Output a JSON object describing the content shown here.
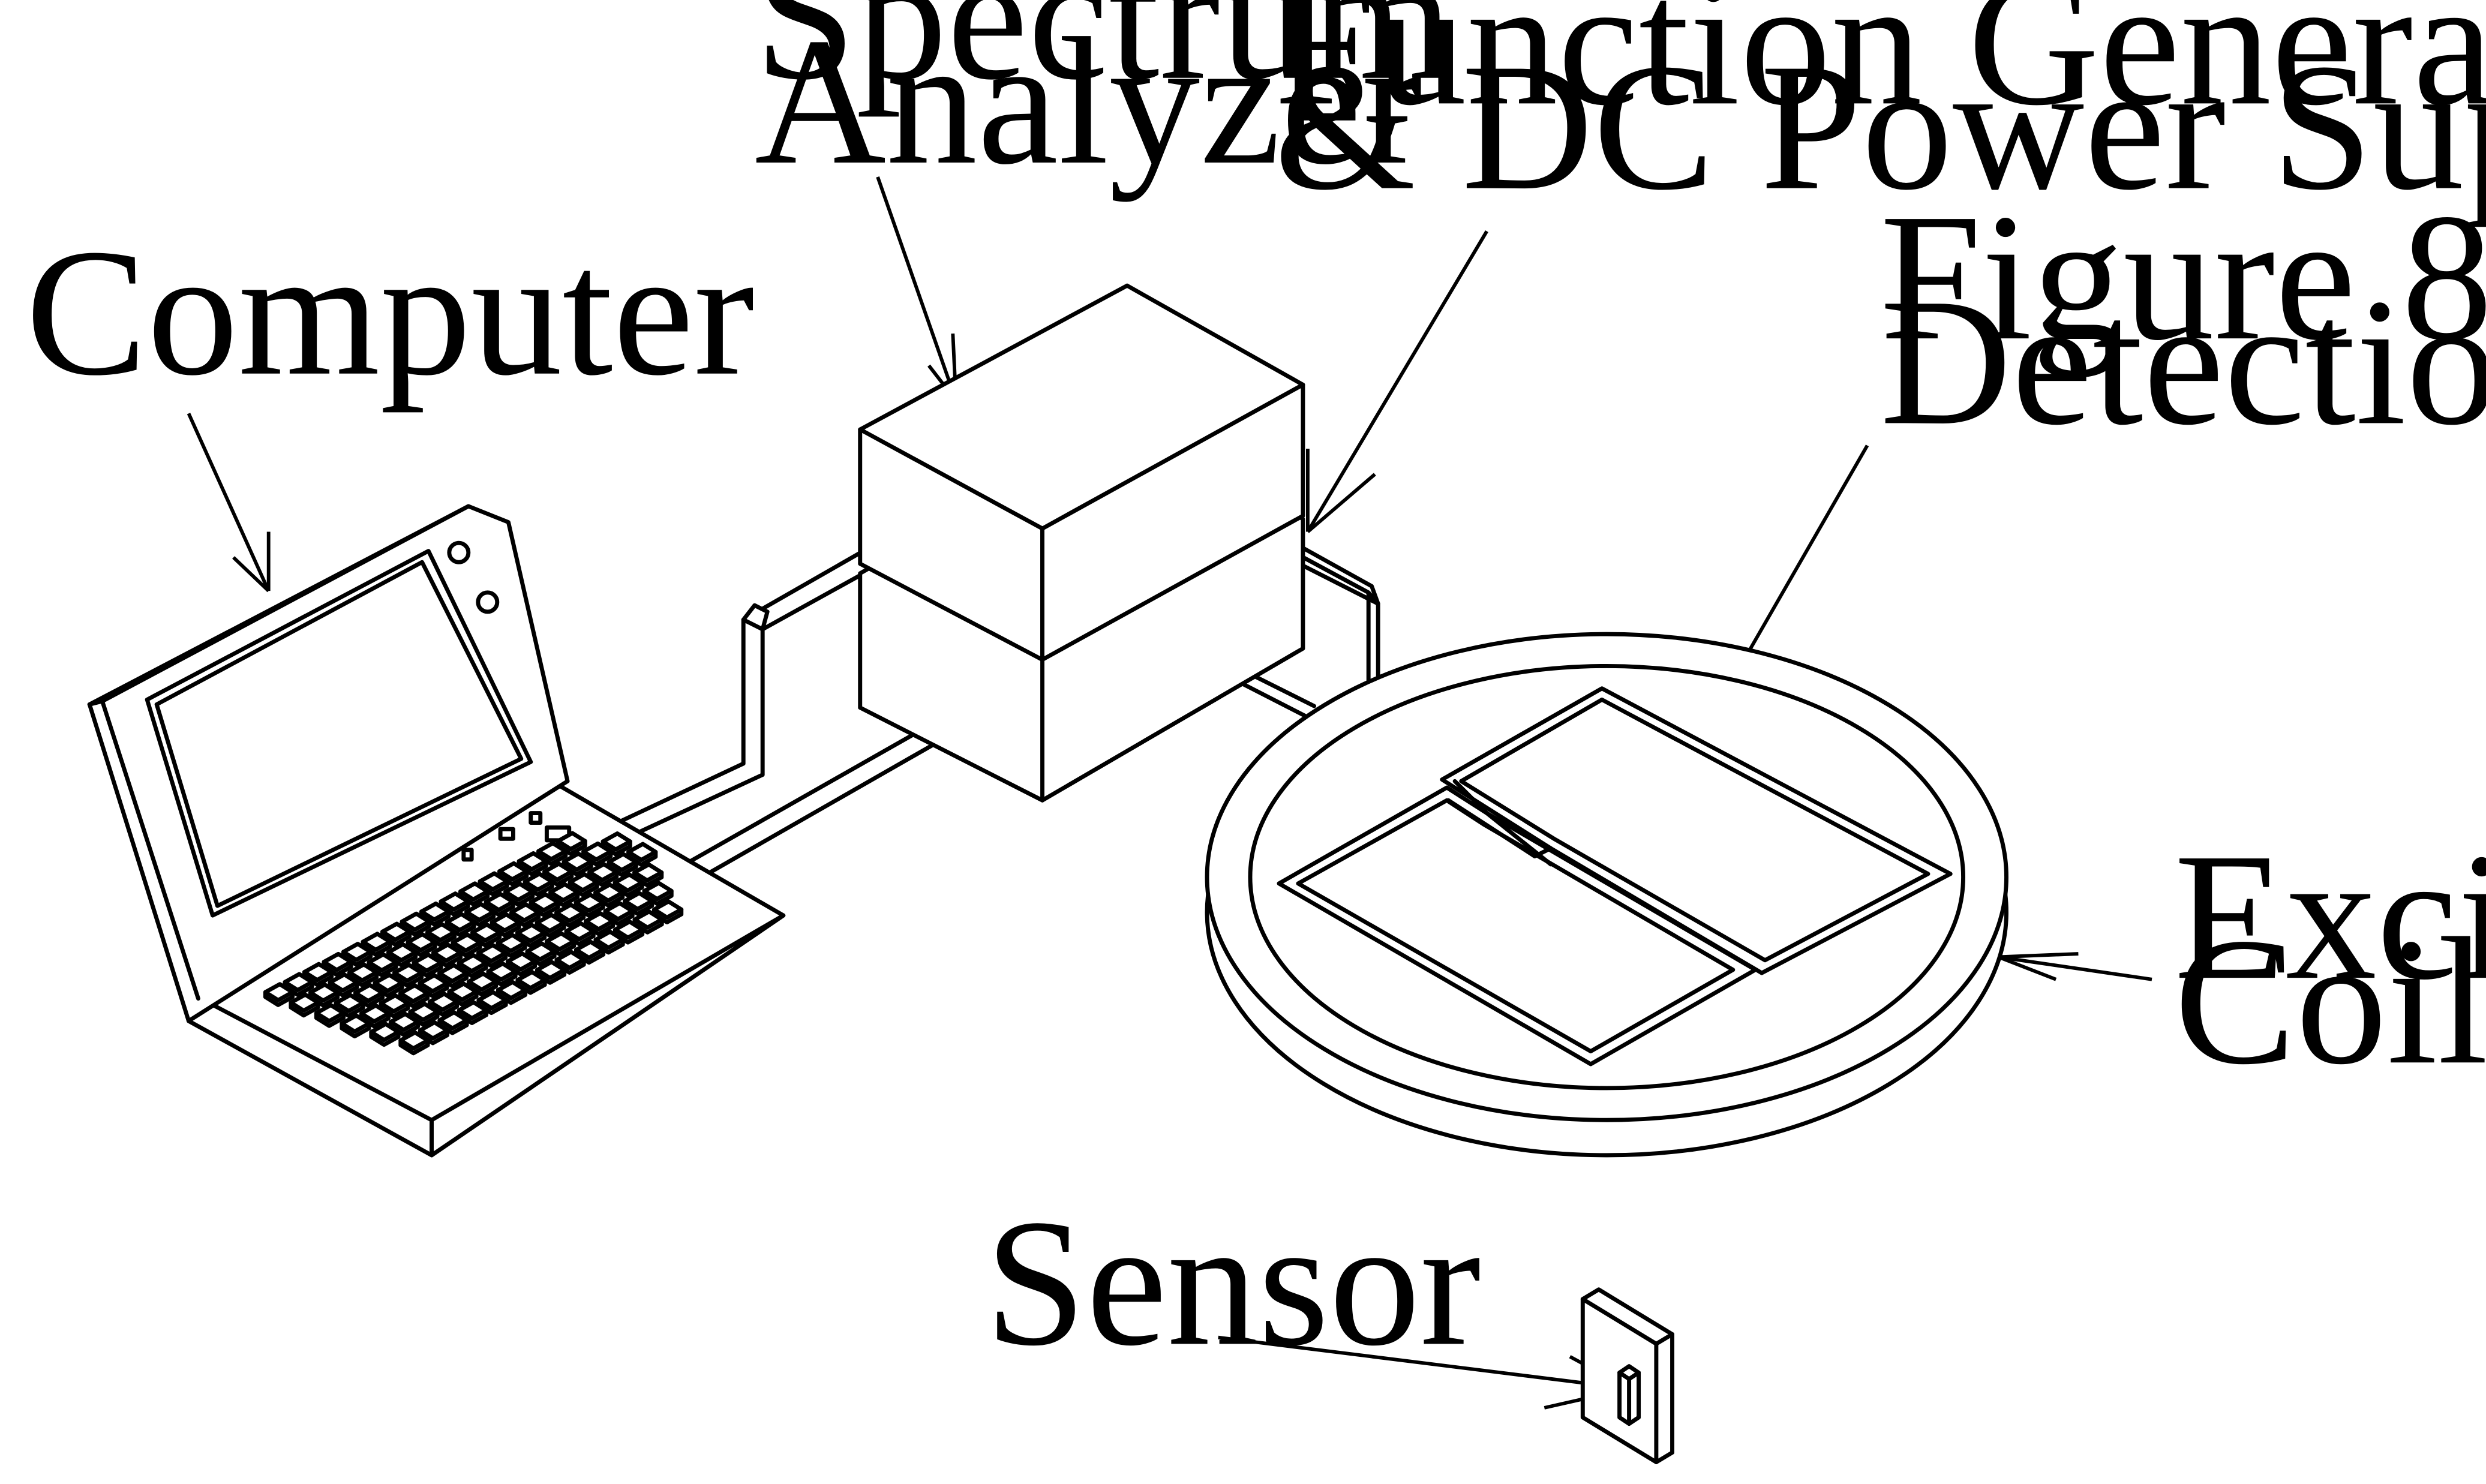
{
  "labels": {
    "spectrum_analyzer": [
      "Spectrum",
      "Analyzer"
    ],
    "function_generator": [
      "Function Generator",
      "& DC Power Supply"
    ],
    "computer": [
      "Computer"
    ],
    "figure8_coil": [
      "Figure 8",
      "Detection Coil"
    ],
    "excitation_coil": [
      "Excitation",
      "Coil"
    ],
    "sensor": [
      "Sensor"
    ]
  },
  "colors": {
    "line": "#000000",
    "background": "#ffffff"
  }
}
